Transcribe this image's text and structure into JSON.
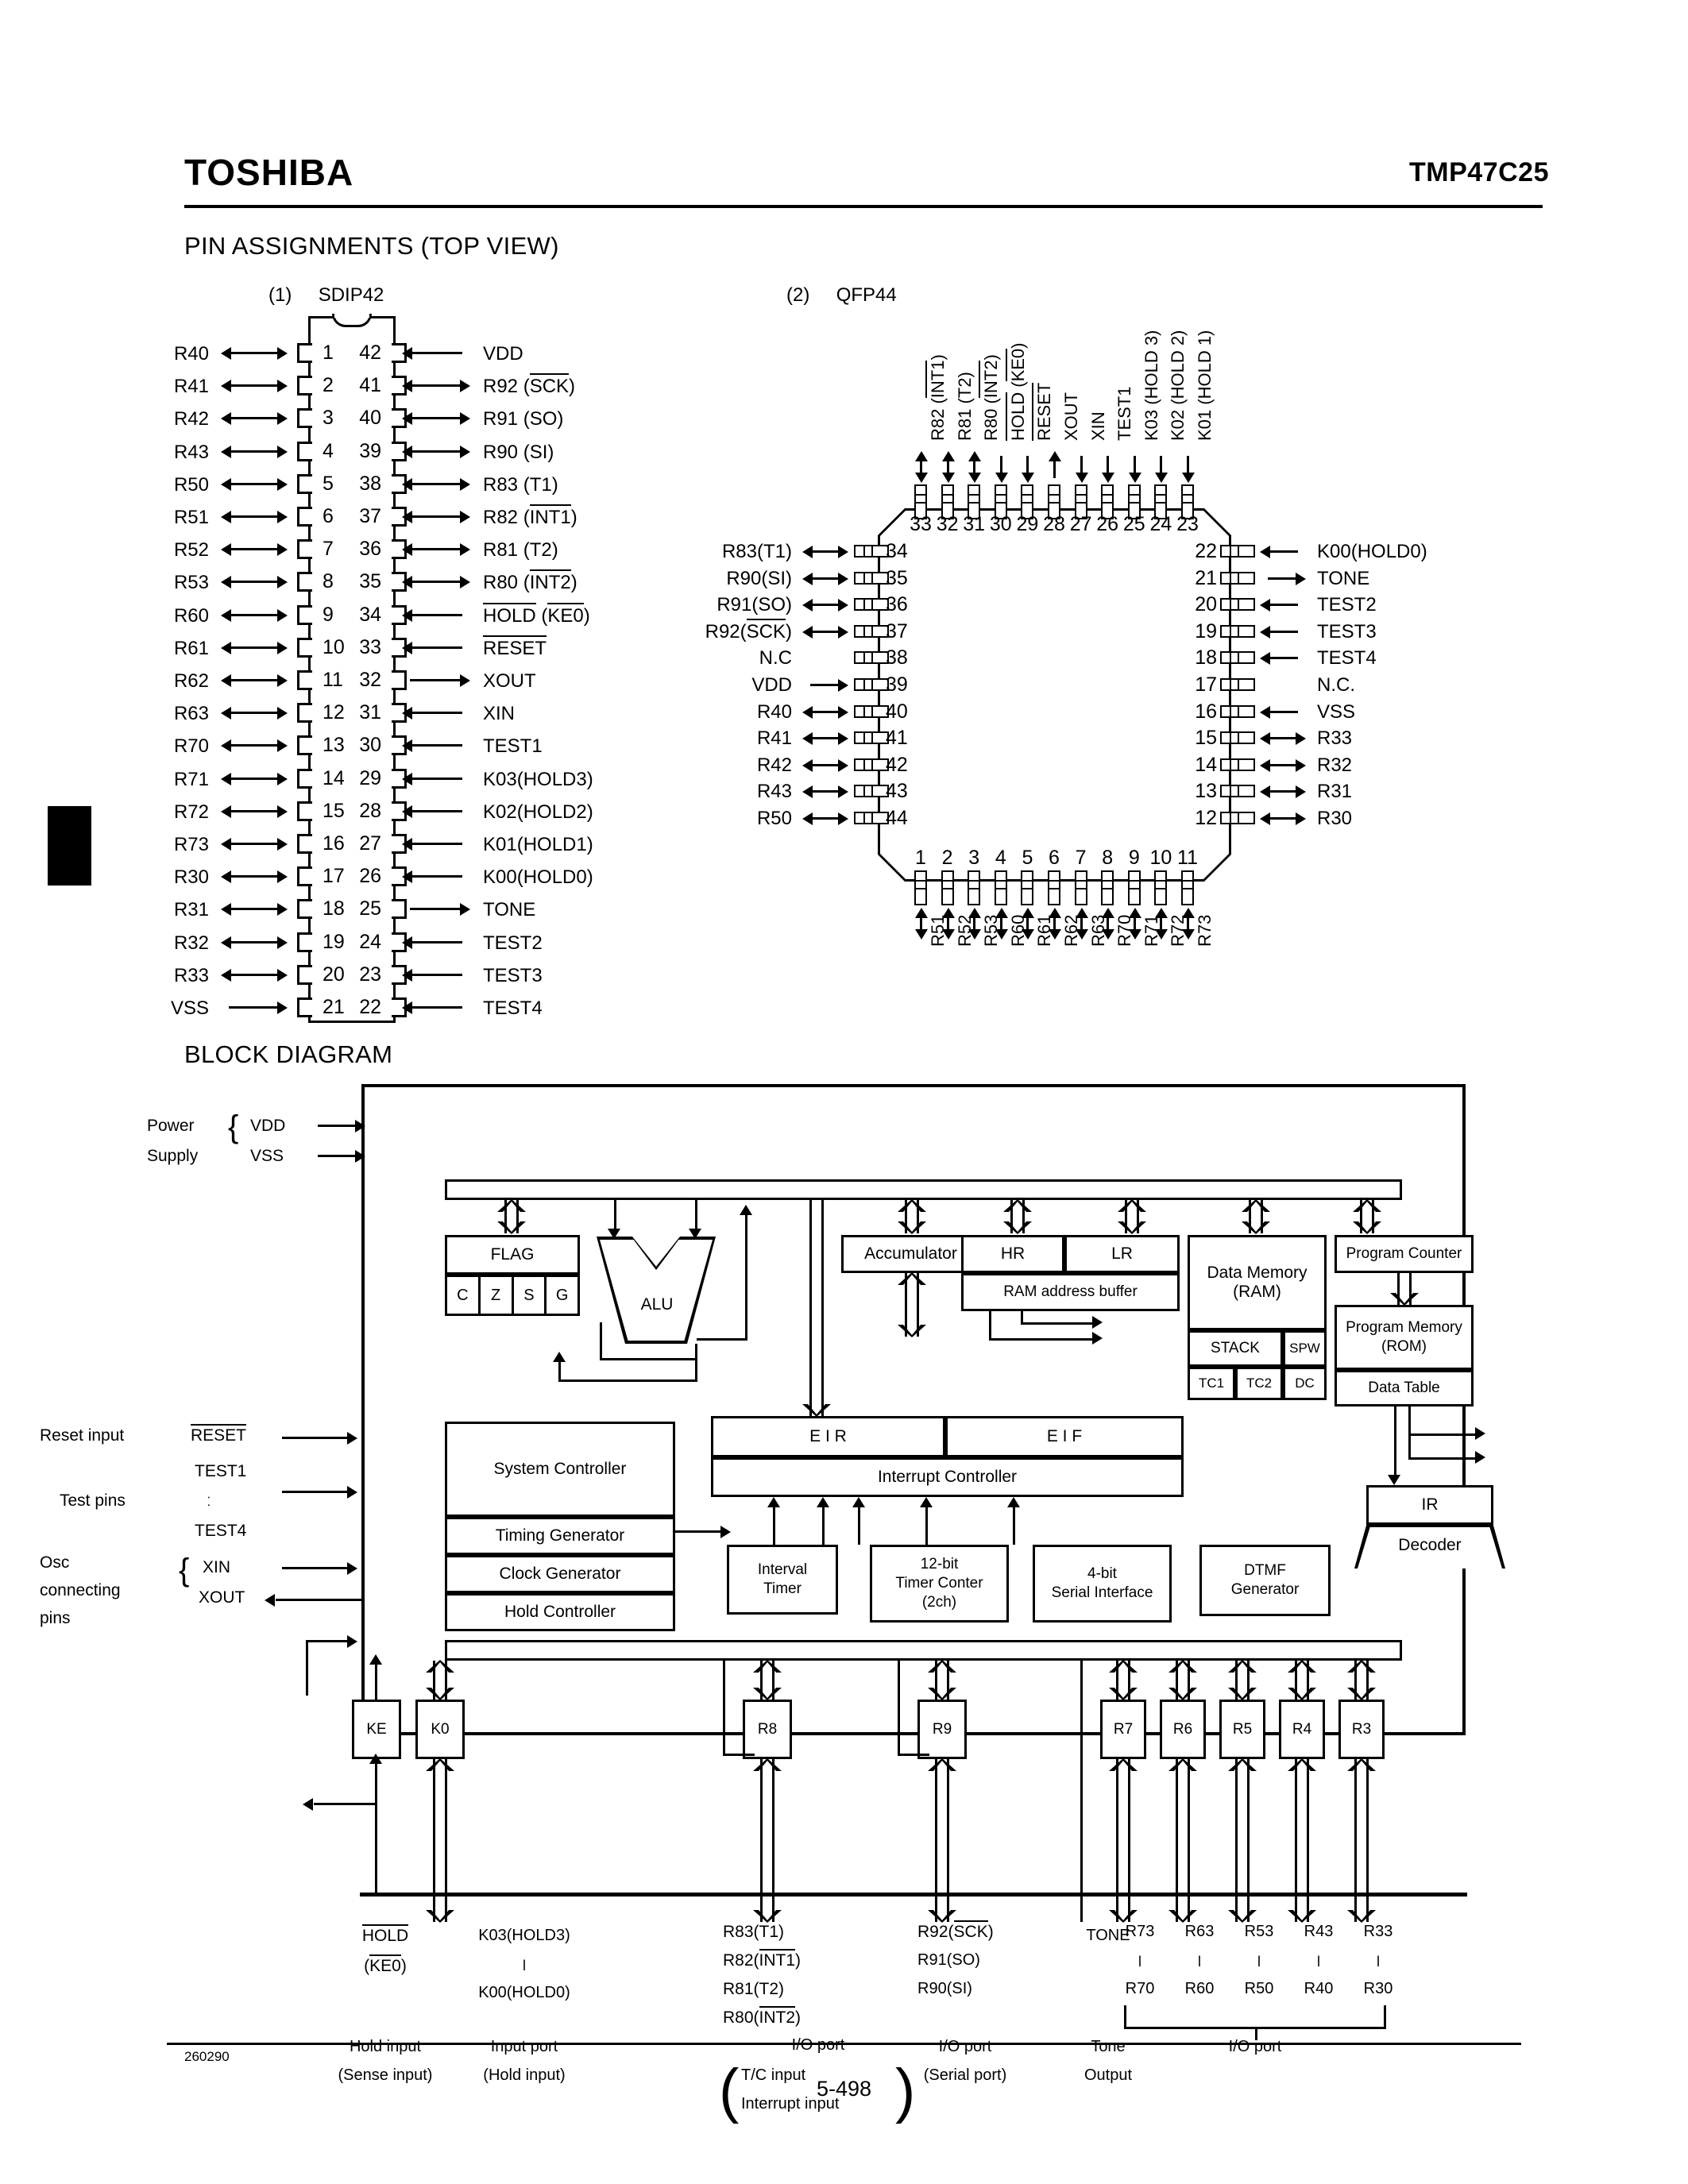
{
  "header": {
    "brand": "TOSHIBA",
    "part_number": "TMP47C25"
  },
  "sections": {
    "pin_assignments_title": "PIN ASSIGNMENTS (TOP VIEW)",
    "block_diagram_title": "BLOCK DIAGRAM"
  },
  "packages": {
    "sdip": {
      "caption_index": "(1)",
      "caption_name": "SDIP42",
      "left_pins": [
        {
          "num": "1",
          "label": "R40",
          "dir": "bi"
        },
        {
          "num": "2",
          "label": "R41",
          "dir": "bi"
        },
        {
          "num": "3",
          "label": "R42",
          "dir": "bi"
        },
        {
          "num": "4",
          "label": "R43",
          "dir": "bi"
        },
        {
          "num": "5",
          "label": "R50",
          "dir": "bi"
        },
        {
          "num": "6",
          "label": "R51",
          "dir": "bi"
        },
        {
          "num": "7",
          "label": "R52",
          "dir": "bi"
        },
        {
          "num": "8",
          "label": "R53",
          "dir": "bi"
        },
        {
          "num": "9",
          "label": "R60",
          "dir": "bi"
        },
        {
          "num": "10",
          "label": "R61",
          "dir": "bi"
        },
        {
          "num": "11",
          "label": "R62",
          "dir": "bi"
        },
        {
          "num": "12",
          "label": "R63",
          "dir": "bi"
        },
        {
          "num": "13",
          "label": "R70",
          "dir": "bi"
        },
        {
          "num": "14",
          "label": "R71",
          "dir": "bi"
        },
        {
          "num": "15",
          "label": "R72",
          "dir": "bi"
        },
        {
          "num": "16",
          "label": "R73",
          "dir": "bi"
        },
        {
          "num": "17",
          "label": "R30",
          "dir": "bi"
        },
        {
          "num": "18",
          "label": "R31",
          "dir": "bi"
        },
        {
          "num": "19",
          "label": "R32",
          "dir": "bi"
        },
        {
          "num": "20",
          "label": "R33",
          "dir": "bi"
        },
        {
          "num": "21",
          "label": "VSS",
          "dir": "in"
        }
      ],
      "right_pins": [
        {
          "num": "42",
          "label": "VDD",
          "dir": "in"
        },
        {
          "num": "41",
          "label": "R92 (SCK)",
          "dir": "bi",
          "bar": "SCK"
        },
        {
          "num": "40",
          "label": "R91 (SO)",
          "dir": "bi"
        },
        {
          "num": "39",
          "label": "R90 (SI)",
          "dir": "bi"
        },
        {
          "num": "38",
          "label": "R83 (T1)",
          "dir": "bi"
        },
        {
          "num": "37",
          "label": "R82 (INT1)",
          "dir": "bi",
          "bar": "INT1"
        },
        {
          "num": "36",
          "label": "R81 (T2)",
          "dir": "bi"
        },
        {
          "num": "35",
          "label": "R80 (INT2)",
          "dir": "bi",
          "bar": "INT2"
        },
        {
          "num": "34",
          "label": "HOLD (KE0)",
          "dir": "in",
          "bar": "ALL"
        },
        {
          "num": "33",
          "label": "RESET",
          "dir": "in",
          "bar": "ALL"
        },
        {
          "num": "32",
          "label": "XOUT",
          "dir": "out"
        },
        {
          "num": "31",
          "label": "XIN",
          "dir": "in"
        },
        {
          "num": "30",
          "label": "TEST1",
          "dir": "in"
        },
        {
          "num": "29",
          "label": "K03(HOLD3)",
          "dir": "in"
        },
        {
          "num": "28",
          "label": "K02(HOLD2)",
          "dir": "in"
        },
        {
          "num": "27",
          "label": "K01(HOLD1)",
          "dir": "in"
        },
        {
          "num": "26",
          "label": "K00(HOLD0)",
          "dir": "in"
        },
        {
          "num": "25",
          "label": "TONE",
          "dir": "out"
        },
        {
          "num": "24",
          "label": "TEST2",
          "dir": "in"
        },
        {
          "num": "23",
          "label": "TEST3",
          "dir": "in"
        },
        {
          "num": "22",
          "label": "TEST4",
          "dir": "in"
        }
      ]
    },
    "qfp": {
      "caption_index": "(2)",
      "caption_name": "QFP44",
      "top_pins": [
        {
          "num": "33",
          "label": "R82 (INT1)",
          "dir": "bi",
          "bar": "INT1"
        },
        {
          "num": "32",
          "label": "R81 (T2)",
          "dir": "bi"
        },
        {
          "num": "31",
          "label": "R80 (INT2)",
          "dir": "bi",
          "bar": "INT2"
        },
        {
          "num": "30",
          "label": "HOLD (KE0)",
          "dir": "in",
          "bar": "ALL"
        },
        {
          "num": "29",
          "label": "RESET",
          "dir": "in",
          "bar": "ALL"
        },
        {
          "num": "28",
          "label": "XOUT",
          "dir": "out"
        },
        {
          "num": "27",
          "label": "XIN",
          "dir": "in"
        },
        {
          "num": "26",
          "label": "TEST1",
          "dir": "in"
        },
        {
          "num": "25",
          "label": "K03 (HOLD 3)",
          "dir": "in"
        },
        {
          "num": "24",
          "label": "K02 (HOLD 2)",
          "dir": "in"
        },
        {
          "num": "23",
          "label": "K01 (HOLD 1)",
          "dir": "in"
        }
      ],
      "left_pins": [
        {
          "num": "34",
          "label": "R83(T1)",
          "dir": "bi"
        },
        {
          "num": "35",
          "label": "R90(SI)",
          "dir": "bi"
        },
        {
          "num": "36",
          "label": "R91(SO)",
          "dir": "bi"
        },
        {
          "num": "37",
          "label": "R92(SCK)",
          "dir": "bi",
          "bar": "SCK"
        },
        {
          "num": "38",
          "label": "N.C",
          "dir": "none"
        },
        {
          "num": "39",
          "label": "VDD",
          "dir": "in"
        },
        {
          "num": "40",
          "label": "R40",
          "dir": "bi"
        },
        {
          "num": "41",
          "label": "R41",
          "dir": "bi"
        },
        {
          "num": "42",
          "label": "R42",
          "dir": "bi"
        },
        {
          "num": "43",
          "label": "R43",
          "dir": "bi"
        },
        {
          "num": "44",
          "label": "R50",
          "dir": "bi"
        }
      ],
      "right_pins": [
        {
          "num": "22",
          "label": "K00(HOLD0)",
          "dir": "in"
        },
        {
          "num": "21",
          "label": "TONE",
          "dir": "out"
        },
        {
          "num": "20",
          "label": "TEST2",
          "dir": "in"
        },
        {
          "num": "19",
          "label": "TEST3",
          "dir": "in"
        },
        {
          "num": "18",
          "label": "TEST4",
          "dir": "in"
        },
        {
          "num": "17",
          "label": "N.C.",
          "dir": "none"
        },
        {
          "num": "16",
          "label": "VSS",
          "dir": "in"
        },
        {
          "num": "15",
          "label": "R33",
          "dir": "bi"
        },
        {
          "num": "14",
          "label": "R32",
          "dir": "bi"
        },
        {
          "num": "13",
          "label": "R31",
          "dir": "bi"
        },
        {
          "num": "12",
          "label": "R30",
          "dir": "bi"
        }
      ],
      "bottom_pins": [
        {
          "num": "1",
          "label": "R51",
          "dir": "bi"
        },
        {
          "num": "2",
          "label": "R52",
          "dir": "bi"
        },
        {
          "num": "3",
          "label": "R53",
          "dir": "bi"
        },
        {
          "num": "4",
          "label": "R60",
          "dir": "bi"
        },
        {
          "num": "5",
          "label": "R61",
          "dir": "bi"
        },
        {
          "num": "6",
          "label": "R62",
          "dir": "bi"
        },
        {
          "num": "7",
          "label": "R63",
          "dir": "bi"
        },
        {
          "num": "8",
          "label": "R70",
          "dir": "bi"
        },
        {
          "num": "9",
          "label": "R71",
          "dir": "bi"
        },
        {
          "num": "10",
          "label": "R72",
          "dir": "bi"
        },
        {
          "num": "11",
          "label": "R73",
          "dir": "bi"
        }
      ]
    }
  },
  "block_diagram": {
    "power_supply": {
      "group": "Power\nSupply",
      "line1": "Power",
      "line2": "Supply",
      "vdd": "VDD",
      "vss": "VSS"
    },
    "reset_input_label": "Reset input",
    "reset_signal": "RESET",
    "test_pins_label": "Test pins",
    "test1": "TEST1",
    "test_dots": "ː",
    "test4": "TEST4",
    "osc_label_l1": "Osc",
    "osc_label_l2": "connecting",
    "osc_label_l3": "pins",
    "xin": "XIN",
    "xout": "XOUT",
    "blocks": {
      "flag": "FLAG",
      "flag_bits": [
        "C",
        "Z",
        "S",
        "G"
      ],
      "alu": "ALU",
      "accumulator": "Accumulator",
      "hr": "HR",
      "lr": "LR",
      "ram_address_buffer": "RAM address buffer",
      "data_memory_l1": "Data Memory",
      "data_memory_l2": "(RAM)",
      "stack": "STACK",
      "spw": "SPW",
      "tc1": "TC1",
      "tc2": "TC2",
      "dc": "DC",
      "program_counter": "Program Counter",
      "program_memory_l1": "Program Memory",
      "program_memory_l2": "(ROM)",
      "data_table": "Data Table",
      "system_controller": "System Controller",
      "timing_generator": "Timing Generator",
      "clock_generator": "Clock Generator",
      "hold_controller": "Hold Controller",
      "eir": "E I R",
      "eif": "E I F",
      "interrupt_controller": "Interrupt Controller",
      "interval_timer_l1": "Interval",
      "interval_timer_l2": "Timer",
      "timer_counter_l1": "12-bit",
      "timer_counter_l2": "Timer Conter",
      "timer_counter_l3": "(2ch)",
      "serial_interface_l1": "4-bit",
      "serial_interface_l2": "Serial Interface",
      "dtmf_l1": "DTMF",
      "dtmf_l2": "Generator",
      "ir": "IR",
      "decoder": "Decoder"
    },
    "ports": [
      {
        "name": "KE"
      },
      {
        "name": "K0"
      },
      {
        "name": "R8"
      },
      {
        "name": "R9"
      },
      {
        "name": "R7"
      },
      {
        "name": "R6"
      },
      {
        "name": "R5"
      },
      {
        "name": "R4"
      },
      {
        "name": "R3"
      }
    ],
    "signal_groups": [
      {
        "signals": [
          "HOLD",
          "(KE0)"
        ],
        "desc_l1": "Hold input",
        "desc_l2": "(Sense input)"
      },
      {
        "signals": [
          "K03(HOLD3)",
          "l",
          "K00(HOLD0)"
        ],
        "desc_l1": "Input port",
        "desc_l2": "(Hold input)"
      },
      {
        "signals": [
          "R83(T1)",
          "R82(INT1)",
          "R81(T2)",
          "R80(INT2)"
        ],
        "desc_l1": "I/O port",
        "desc_l2": "T/C input",
        "desc_l3": "Interrupt input"
      },
      {
        "signals": [
          "R92(SCK)",
          "R91(SO)",
          "R90(SI)"
        ],
        "desc_l1": "I/O port",
        "desc_l2": "(Serial port)"
      },
      {
        "signals": [
          "TONE"
        ],
        "desc_l1": "Tone",
        "desc_l2": "Output"
      },
      {
        "signals": [
          "R73",
          "R63",
          "R53",
          "R43",
          "R33"
        ],
        "signals_low": [
          "R70",
          "R60",
          "R50",
          "R40",
          "R30"
        ],
        "desc_l1": "I/O port"
      }
    ],
    "io_port_label": "I/O port",
    "tick": "l"
  },
  "footer": {
    "doc_code": "260290",
    "page_number": "5-498"
  }
}
